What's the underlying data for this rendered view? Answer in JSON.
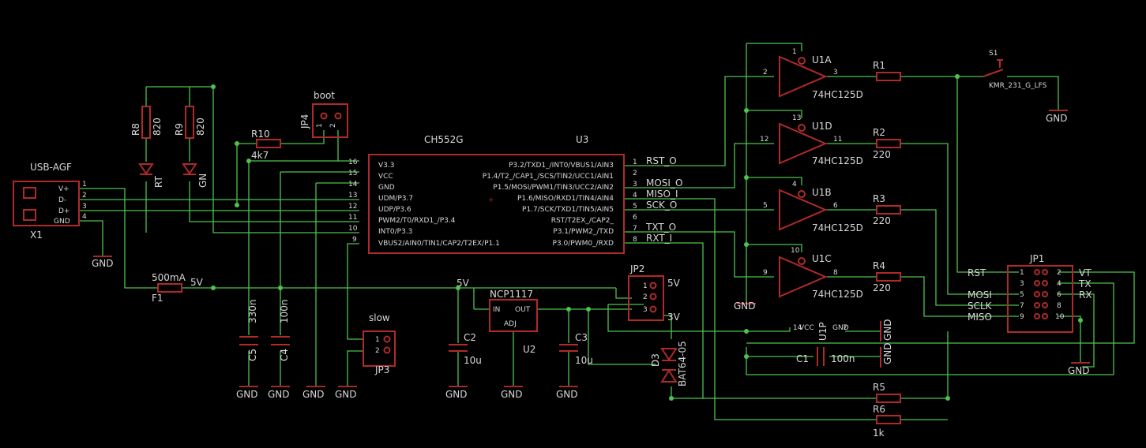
{
  "x1": {
    "name": "USB-AGF",
    "ref": "X1",
    "pins": [
      "V+",
      "D-",
      "D+",
      "GND"
    ],
    "nums": [
      "1",
      "2",
      "3",
      "4"
    ]
  },
  "u3": {
    "name": "CH552G",
    "ref": "U3",
    "left": [
      "V3.3",
      "VCC",
      "GND",
      "UDM/P3.7",
      "UDP/P3.6",
      "PWM2/T0/RXD1_/P3.4",
      "INT0/P3.3",
      "VBUS2/AIN0/TIN1/CAP2/T2EX/P1.1"
    ],
    "leftnums": [
      "16",
      "15",
      "14",
      "13",
      "12",
      "11",
      "10",
      "9"
    ],
    "right": [
      "P3.2/TXD1_/INT0/VBUS1/AIN3",
      "P1.4/T2_/CAP1_/SCS/TIN2/UCC1/AIN1",
      "P1.5/MOSI/PWM1/TIN3/UCC2/AIN2",
      "P1.6/MISO/RXD1/TIN4/AIN4",
      "P1.7/SCK/TXD1/TIN5/AIN5",
      "RST/T2EX_/CAP2_",
      "P3.1/PWM2_/TXD",
      "P3.0/PWM0_/RXD"
    ],
    "rightnums": [
      "1",
      "2",
      "3",
      "4",
      "5",
      "6",
      "7",
      "8"
    ]
  },
  "nets": {
    "rst_o": "RST_O",
    "mosi_o": "MOSI_O",
    "miso_i": "MISO_I",
    "sck_o": "SCK_O",
    "txt_o": "TXT_O",
    "rxt_i": "RXT_I",
    "v5": "5V",
    "v3": "3V",
    "rst": "RST",
    "mosi": "MOSI",
    "sclk": "SCLK",
    "miso": "MISO",
    "vt": "VT",
    "tx": "TX",
    "rx": "RX"
  },
  "gnd": "GND",
  "r8": {
    "ref": "R8",
    "val": "820"
  },
  "r9": {
    "ref": "R9",
    "val": "820"
  },
  "r10": {
    "ref": "R10",
    "val": "4k7"
  },
  "rt": "RT",
  "gn": "GN",
  "jp4": {
    "ref": "JP4",
    "name": "boot",
    "p1": "1",
    "p2": "2"
  },
  "jp3": {
    "ref": "JP3",
    "name": "slow",
    "p1": "1",
    "p2": "2"
  },
  "jp2": {
    "ref": "JP2",
    "p1": "1",
    "p2": "2",
    "p3": "3"
  },
  "f1": {
    "ref": "F1",
    "val": "500mA"
  },
  "c5": {
    "ref": "C5",
    "val": "330n"
  },
  "c4": {
    "ref": "C4",
    "val": "100n"
  },
  "c2": {
    "ref": "C2",
    "val": "10u"
  },
  "c3": {
    "ref": "C3",
    "val": "10u"
  },
  "c1": {
    "ref": "C1",
    "val": "100n"
  },
  "u2": {
    "ref": "U2",
    "name": "NCP1117",
    "in": "IN",
    "out": "OUT",
    "adj": "ADJ"
  },
  "d3": {
    "ref": "D3",
    "val": "BAT64-05"
  },
  "u1a": {
    "ref": "U1A",
    "val": "74HC125D",
    "pins": [
      "1",
      "2",
      "3"
    ]
  },
  "u1d": {
    "ref": "U1D",
    "val": "74HC125D",
    "pins": [
      "13",
      "12",
      "11"
    ]
  },
  "u1b": {
    "ref": "U1B",
    "val": "74HC125D",
    "pins": [
      "4",
      "5",
      "6"
    ]
  },
  "u1c": {
    "ref": "U1C",
    "val": "74HC125D",
    "pins": [
      "10",
      "9",
      "8"
    ]
  },
  "u1p": {
    "ref": "U1P",
    "vcc": "VCC",
    "gnd": "GND",
    "p14": "14",
    "p7": "7"
  },
  "r1": {
    "ref": "R1"
  },
  "r2": {
    "ref": "R2",
    "val": "220"
  },
  "r3": {
    "ref": "R3",
    "val": "220"
  },
  "r4": {
    "ref": "R4",
    "val": "220"
  },
  "r5": {
    "ref": "R5"
  },
  "r6": {
    "ref": "R6",
    "val": "1k"
  },
  "s1": {
    "ref": "S1",
    "val": "KMR_231_G_LFS"
  },
  "jp1": {
    "ref": "JP1",
    "left": [
      "1",
      "3",
      "5",
      "7",
      "9"
    ],
    "right": [
      "2",
      "4",
      "6",
      "8",
      "10"
    ]
  }
}
